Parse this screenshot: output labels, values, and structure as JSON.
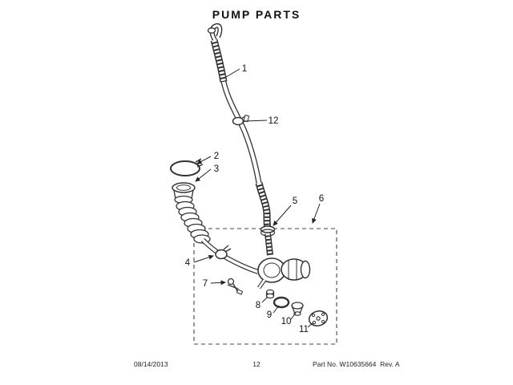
{
  "title": "PUMP PARTS",
  "footer": {
    "date": "08/14/2013",
    "page_number": "12",
    "part_no": "Part No. W10635664  Rev. A"
  },
  "callouts": {
    "1": "1",
    "2": "2",
    "3": "3",
    "4": "4",
    "5": "5",
    "6": "6",
    "7": "7",
    "8": "8",
    "9": "9",
    "10": "10",
    "11": "11",
    "12": "12"
  },
  "colors": {
    "line": "#333333",
    "text": "#111111"
  }
}
